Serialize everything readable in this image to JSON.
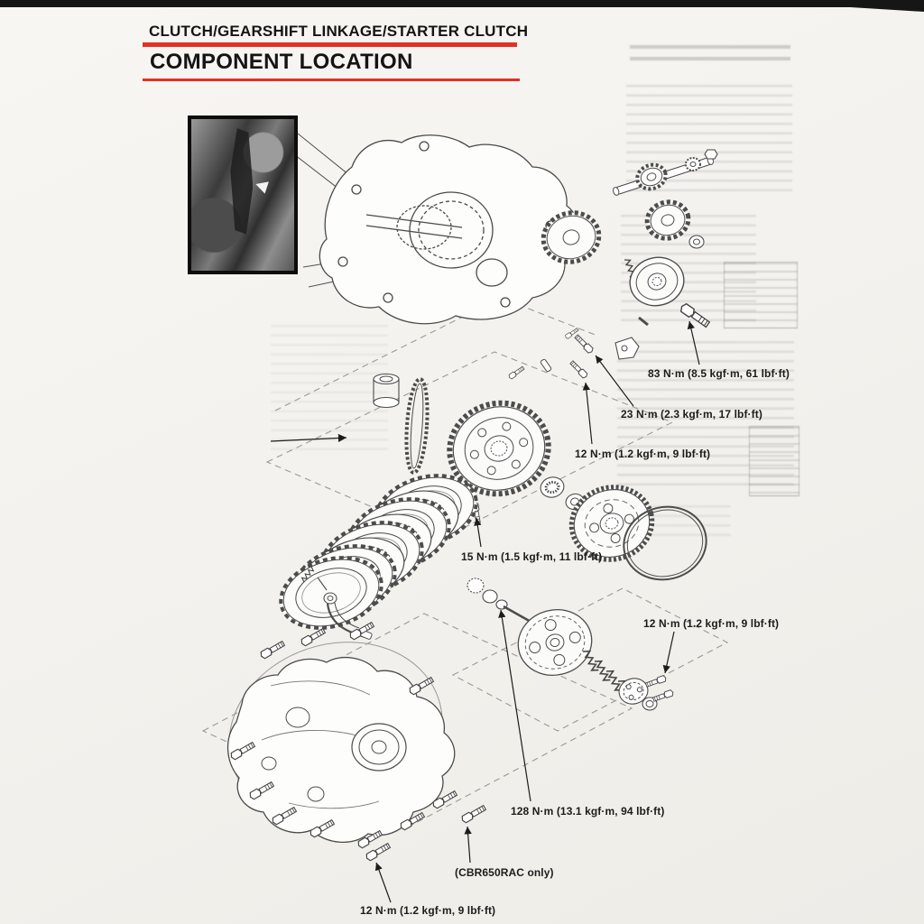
{
  "page": {
    "breadcrumb": "CLUTCH/GEARSHIFT LINKAGE/STARTER CLUTCH",
    "title": "COMPONENT LOCATION"
  },
  "diagram": {
    "callouts": [
      {
        "id": "torque-bolt-83",
        "label": "83 N·m (8.5 kgf·m, 61 lbf·ft)"
      },
      {
        "id": "torque-bolt-23",
        "label": "23 N·m (2.3 kgf·m, 17 lbf·ft)"
      },
      {
        "id": "torque-bolt-12-upper",
        "label": "12 N·m (1.2 kgf·m, 9 lbf·ft)"
      },
      {
        "id": "torque-bolt-15",
        "label": "15 N·m (1.5 kgf·m, 11 lbf·ft)"
      },
      {
        "id": "torque-bolt-12-right",
        "label": "12 N·m (1.2 kgf·m, 9 lbf·ft)"
      },
      {
        "id": "torque-nut-128",
        "label": "128 N·m (13.1 kgf·m, 94 lbf·ft)"
      },
      {
        "id": "note-cbr650rac",
        "label": "(CBR650RAC only)"
      },
      {
        "id": "torque-bolt-12-bottom",
        "label": "12 N·m (1.2 kgf·m, 9 lbf·ft)"
      }
    ]
  },
  "colors": {
    "accent_red": "#e03127",
    "paper": "#f7f5f1",
    "ink": "#141414",
    "line_art": "#4c4c4c"
  }
}
